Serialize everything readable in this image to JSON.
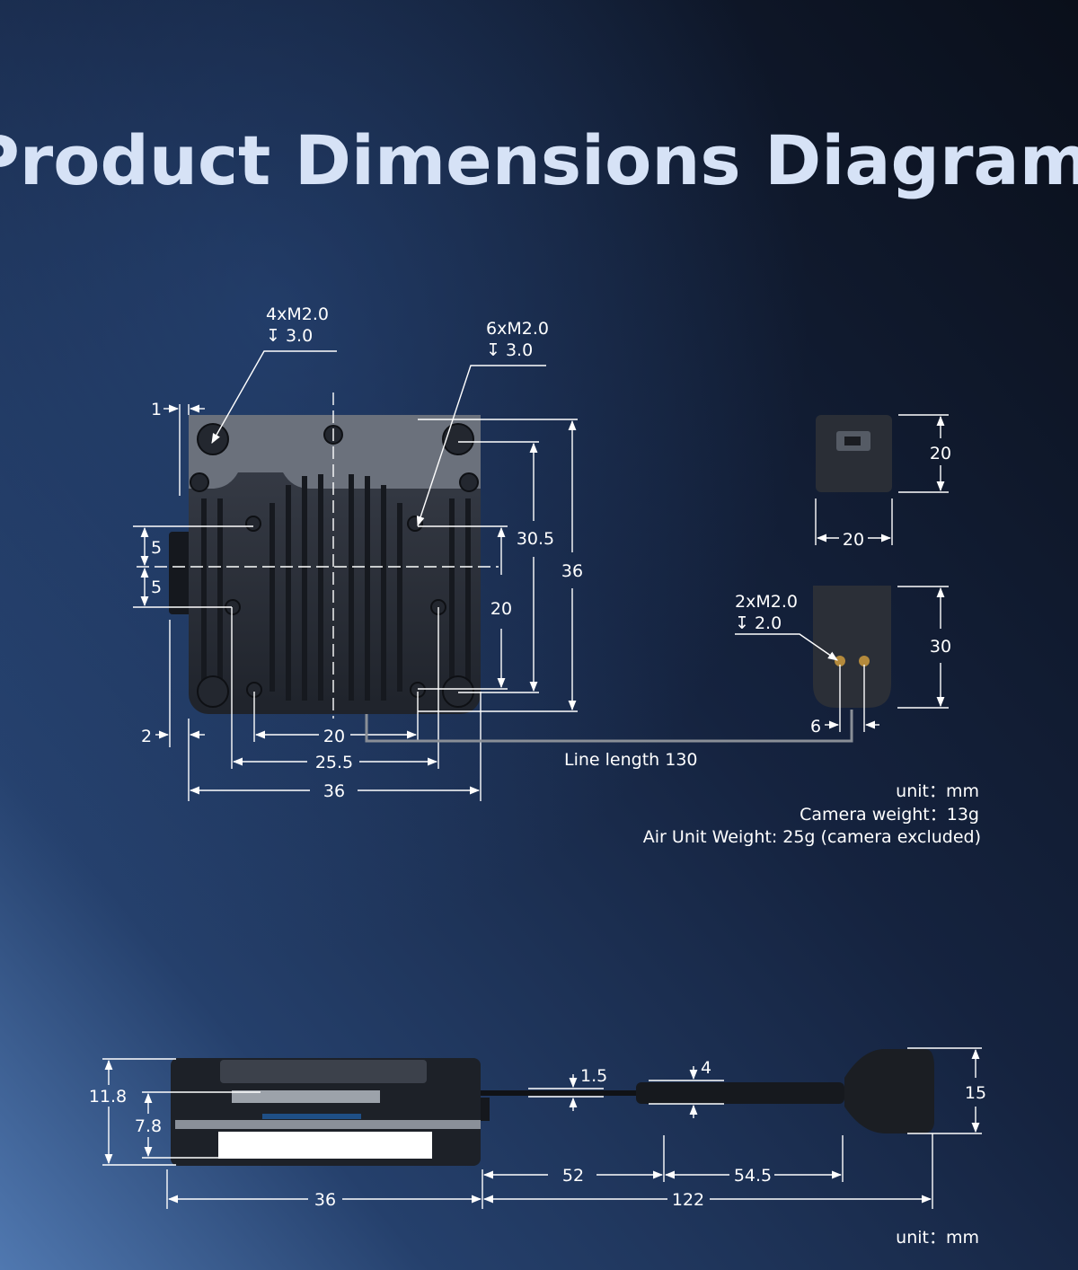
{
  "title": "Product Dimensions Diagram",
  "top_view": {
    "callout_left": {
      "thread": "4xM2.0",
      "depth": "↧ 3.0"
    },
    "callout_right": {
      "thread": "6xM2.0",
      "depth": "↧ 3.0"
    },
    "dims": {
      "edge_offset_top": "1",
      "edge_offset_bottom": "2",
      "offset_up": "5",
      "offset_down": "5",
      "hole_spacing_x": "20",
      "hole_spacing_x2": "25.5",
      "width": "36",
      "hole_spacing_y": "20",
      "hole_spacing_y2": "30.5",
      "height": "36"
    },
    "line_length": "Line length 130"
  },
  "camera": {
    "top_height": "20",
    "top_width": "20",
    "side_height": "30",
    "callout": {
      "thread": "2xM2.0",
      "depth": "↧ 2.0"
    },
    "hole_spacing": "6"
  },
  "specs": {
    "unit": "unit：mm",
    "camera_weight": "Camera weight：13g",
    "air_unit_weight": "Air Unit Weight: 25g (camera excluded)"
  },
  "side_view": {
    "total_height": "11.8",
    "inner_height": "7.8",
    "cable_dia": "1.5",
    "sleeve_dia": "4",
    "lens_dia": "15",
    "cable_seg": "52",
    "sleeve_seg": "54.5",
    "body_len": "36",
    "cable_total": "122",
    "unit": "unit：mm"
  }
}
